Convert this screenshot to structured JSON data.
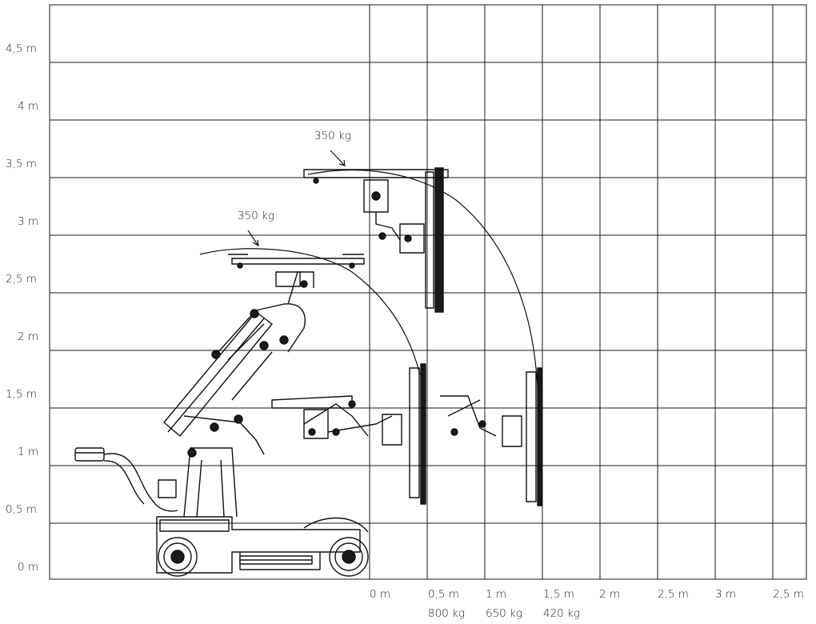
{
  "y_axis_labels": [
    "0 m",
    "0,5 m",
    "1 m",
    "1,5 m",
    "2 m",
    "2,5 m",
    "3 m",
    "3,5 m",
    "4 m",
    "4,5 m"
  ],
  "x_axis_labels": [
    "0 m",
    "0,5 m",
    "1 m",
    "1,5 m",
    "2 m",
    "2,5 m",
    "3 m",
    "2,5 m"
  ],
  "x_load_labels": [
    "800 kg",
    "650 kg",
    "420 kg"
  ],
  "annotations": {
    "load_upper": "350 kg",
    "load_lower": "350 kg"
  }
}
